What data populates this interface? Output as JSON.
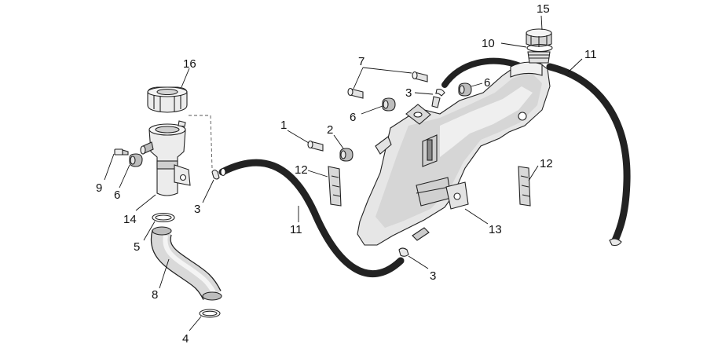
{
  "diagram": {
    "callouts": [
      {
        "id": "c1",
        "text": "1"
      },
      {
        "id": "c2",
        "text": "2"
      },
      {
        "id": "c3a",
        "text": "3"
      },
      {
        "id": "c3b",
        "text": "3"
      },
      {
        "id": "c3c",
        "text": "3"
      },
      {
        "id": "c4",
        "text": "4"
      },
      {
        "id": "c5",
        "text": "5"
      },
      {
        "id": "c6a",
        "text": "6"
      },
      {
        "id": "c6b",
        "text": "6"
      },
      {
        "id": "c6c",
        "text": "6"
      },
      {
        "id": "c7",
        "text": "7"
      },
      {
        "id": "c8",
        "text": "8"
      },
      {
        "id": "c9",
        "text": "9"
      },
      {
        "id": "c10",
        "text": "10"
      },
      {
        "id": "c11a",
        "text": "11"
      },
      {
        "id": "c11b",
        "text": "11"
      },
      {
        "id": "c12a",
        "text": "12"
      },
      {
        "id": "c12b",
        "text": "12"
      },
      {
        "id": "c13",
        "text": "13"
      },
      {
        "id": "c14",
        "text": "14"
      },
      {
        "id": "c15",
        "text": "15"
      },
      {
        "id": "c16",
        "text": "16"
      }
    ]
  }
}
